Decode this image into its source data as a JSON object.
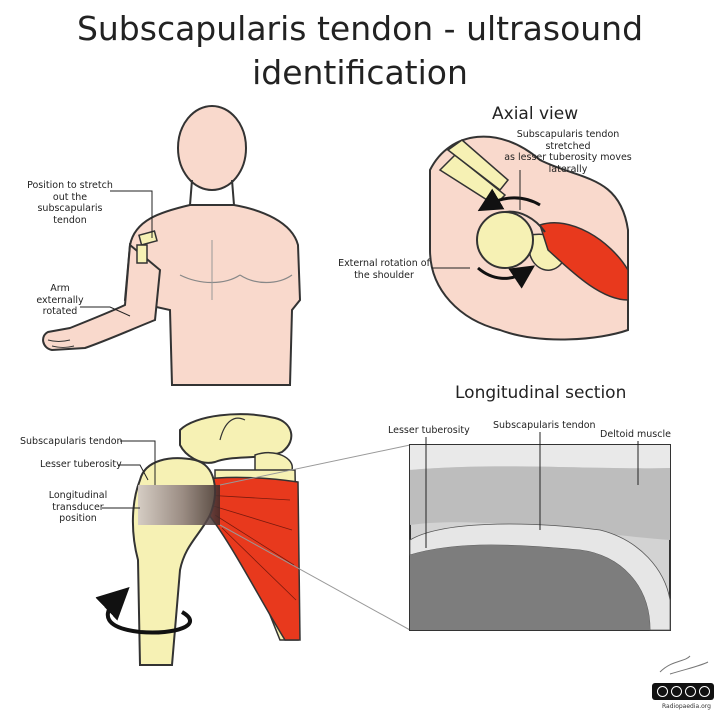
{
  "title": {
    "line1": "Subscapularis tendon - ultrasound",
    "line2": "identification"
  },
  "panels": {
    "axial": {
      "heading": "Axial view",
      "label_stretched": [
        "Subscapularis tendon stretched",
        "as lesser tuberosity moves",
        "laterally"
      ],
      "label_rotation": [
        "External rotation of",
        "the shoulder"
      ]
    },
    "body": {
      "label_position": [
        "Position to stretch",
        "out the subscapularis",
        "tendon"
      ],
      "label_arm": [
        "Arm externally",
        "rotated"
      ]
    },
    "shoulder": {
      "label_tendon": "Subscapularis tendon",
      "label_tuberosity": "Lesser tuberosity",
      "label_transducer": [
        "Longitudinal",
        "transducer",
        "position"
      ]
    },
    "longitudinal": {
      "heading": "Longitudinal section",
      "label_lesser": "Lesser tuberosity",
      "label_tendon": "Subscapularis tendon",
      "label_deltoid": "Deltoid muscle"
    }
  },
  "credit": "Radiopaedia.org",
  "colors": {
    "skin": "#f9d9cc",
    "bone": "#f6f1b4",
    "muscle": "#e8391d",
    "deltoid_us": "#bdbdbd",
    "bone_us": "#7d7d7d",
    "tendon_us": "#e6e6e6"
  }
}
